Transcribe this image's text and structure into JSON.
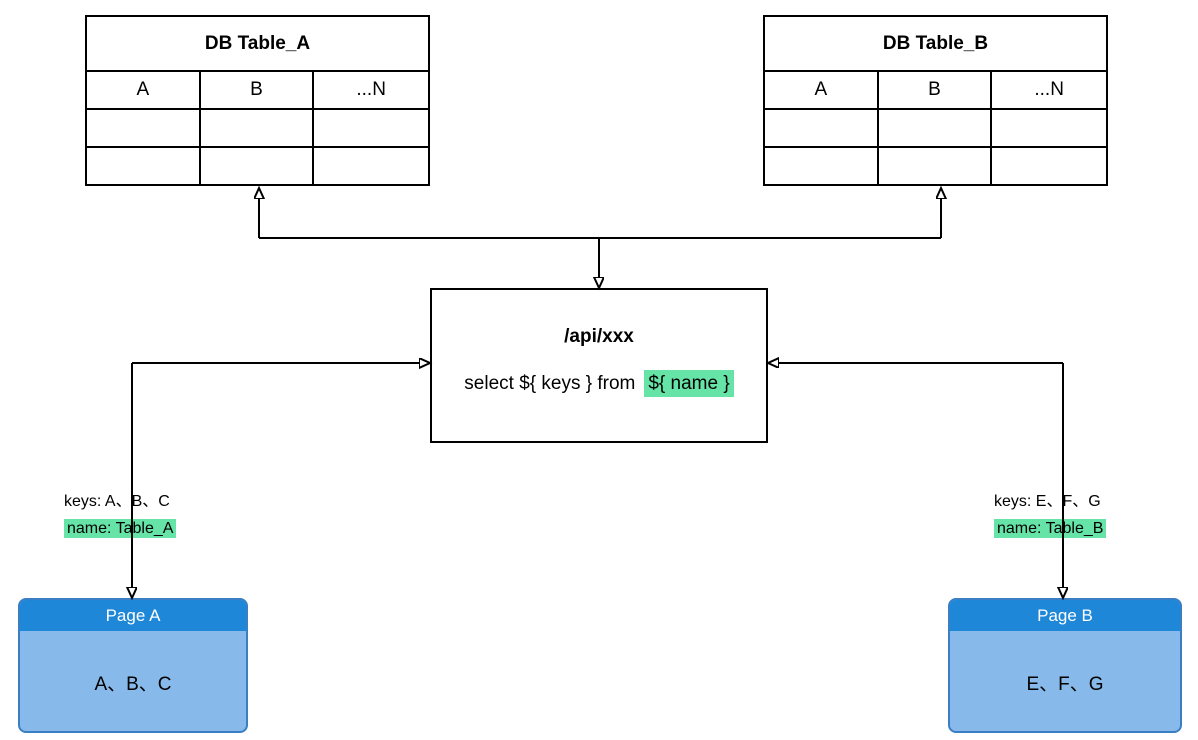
{
  "diagram": {
    "tables": [
      {
        "title": "DB Table_A",
        "columns": [
          "A",
          "B",
          "...N"
        ]
      },
      {
        "title": "DB Table_B",
        "columns": [
          "A",
          "B",
          "...N"
        ]
      }
    ],
    "api_box": {
      "title": "/api/xxx",
      "query_text": "select ${ keys } from",
      "query_highlight": "${ name }"
    },
    "labels": [
      {
        "keys": "keys: A、B、C",
        "name": "name: Table_A"
      },
      {
        "keys": "keys: E、F、G",
        "name": "name: Table_B"
      }
    ],
    "pages": [
      {
        "title": "Page A",
        "content": "A、B、C"
      },
      {
        "title": "Page B",
        "content": "E、F、G"
      }
    ],
    "colors": {
      "highlight_green": "#66E3A6",
      "page_header_blue": "#1E87D7",
      "page_body_blue": "#87BAEA",
      "line_black": "#000000"
    }
  }
}
